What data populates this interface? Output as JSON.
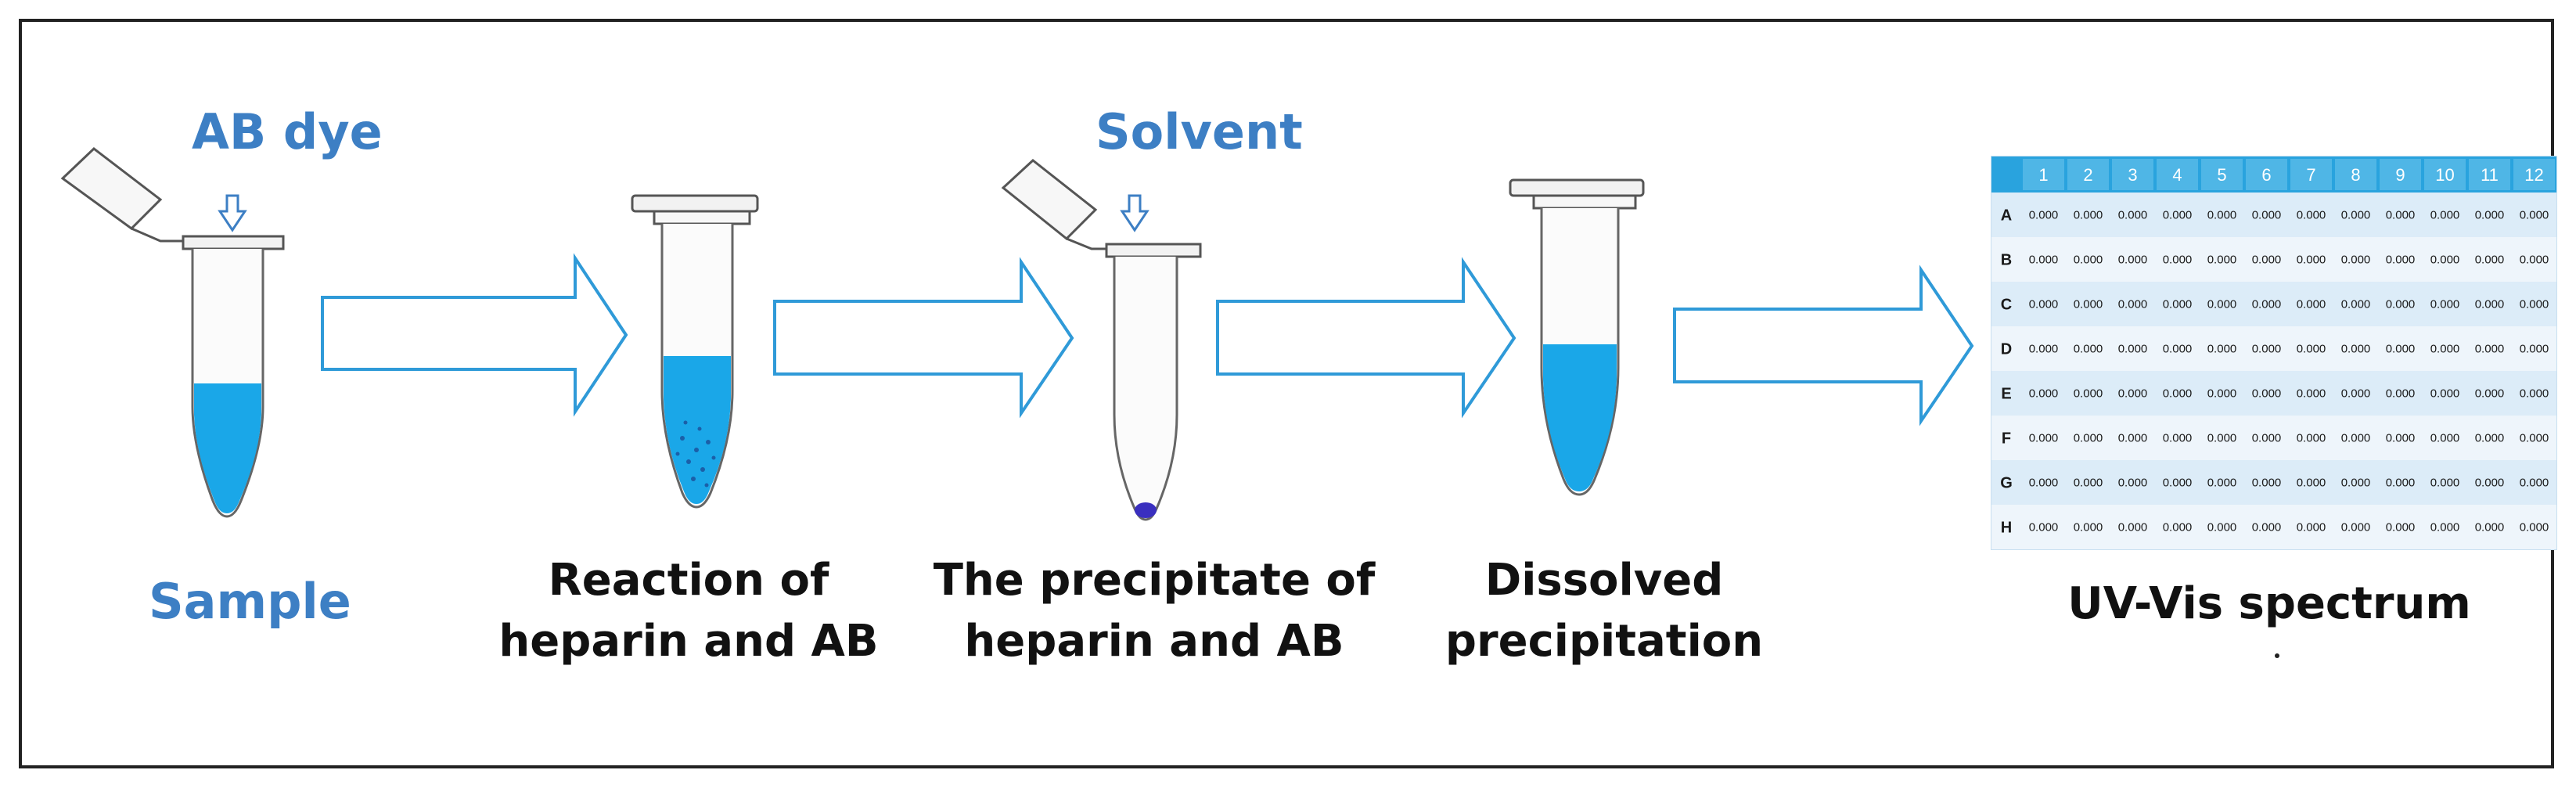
{
  "labels": {
    "ab_dye": "AB dye",
    "solvent": "Solvent",
    "sample": "Sample",
    "reaction_line1": "Reaction of",
    "reaction_line2": "heparin and AB",
    "precipitate_line1": "The precipitate of",
    "precipitate_line2": "heparin and AB",
    "dissolved_line1": "Dissolved",
    "dissolved_line2": "precipitation",
    "uv_vis": "UV-Vis spectrum"
  },
  "plate": {
    "columns": [
      "1",
      "2",
      "3",
      "4",
      "5",
      "6",
      "7",
      "8",
      "9",
      "10",
      "11",
      "12"
    ],
    "rows": [
      {
        "label": "A",
        "values": [
          "0.000",
          "0.000",
          "0.000",
          "0.000",
          "0.000",
          "0.000",
          "0.000",
          "0.000",
          "0.000",
          "0.000",
          "0.000",
          "0.000"
        ]
      },
      {
        "label": "B",
        "values": [
          "0.000",
          "0.000",
          "0.000",
          "0.000",
          "0.000",
          "0.000",
          "0.000",
          "0.000",
          "0.000",
          "0.000",
          "0.000",
          "0.000"
        ]
      },
      {
        "label": "C",
        "values": [
          "0.000",
          "0.000",
          "0.000",
          "0.000",
          "0.000",
          "0.000",
          "0.000",
          "0.000",
          "0.000",
          "0.000",
          "0.000",
          "0.000"
        ]
      },
      {
        "label": "D",
        "values": [
          "0.000",
          "0.000",
          "0.000",
          "0.000",
          "0.000",
          "0.000",
          "0.000",
          "0.000",
          "0.000",
          "0.000",
          "0.000",
          "0.000"
        ]
      },
      {
        "label": "E",
        "values": [
          "0.000",
          "0.000",
          "0.000",
          "0.000",
          "0.000",
          "0.000",
          "0.000",
          "0.000",
          "0.000",
          "0.000",
          "0.000",
          "0.000"
        ]
      },
      {
        "label": "F",
        "values": [
          "0.000",
          "0.000",
          "0.000",
          "0.000",
          "0.000",
          "0.000",
          "0.000",
          "0.000",
          "0.000",
          "0.000",
          "0.000",
          "0.000"
        ]
      },
      {
        "label": "G",
        "values": [
          "0.000",
          "0.000",
          "0.000",
          "0.000",
          "0.000",
          "0.000",
          "0.000",
          "0.000",
          "0.000",
          "0.000",
          "0.000",
          "0.000"
        ]
      },
      {
        "label": "H",
        "values": [
          "0.000",
          "0.000",
          "0.000",
          "0.000",
          "0.000",
          "0.000",
          "0.000",
          "0.000",
          "0.000",
          "0.000",
          "0.000",
          "0.000"
        ]
      }
    ]
  },
  "colors": {
    "label_blue": "#3d7fc4",
    "liquid_blue": "#1aa7e8",
    "precipitate": "#3a2fbf",
    "arrow_outline": "#2f9ad8",
    "plate_header": "#29a3de"
  },
  "icons": [
    "down-arrow-icon",
    "right-arrow-icon",
    "eppendorf-tube-icon"
  ]
}
